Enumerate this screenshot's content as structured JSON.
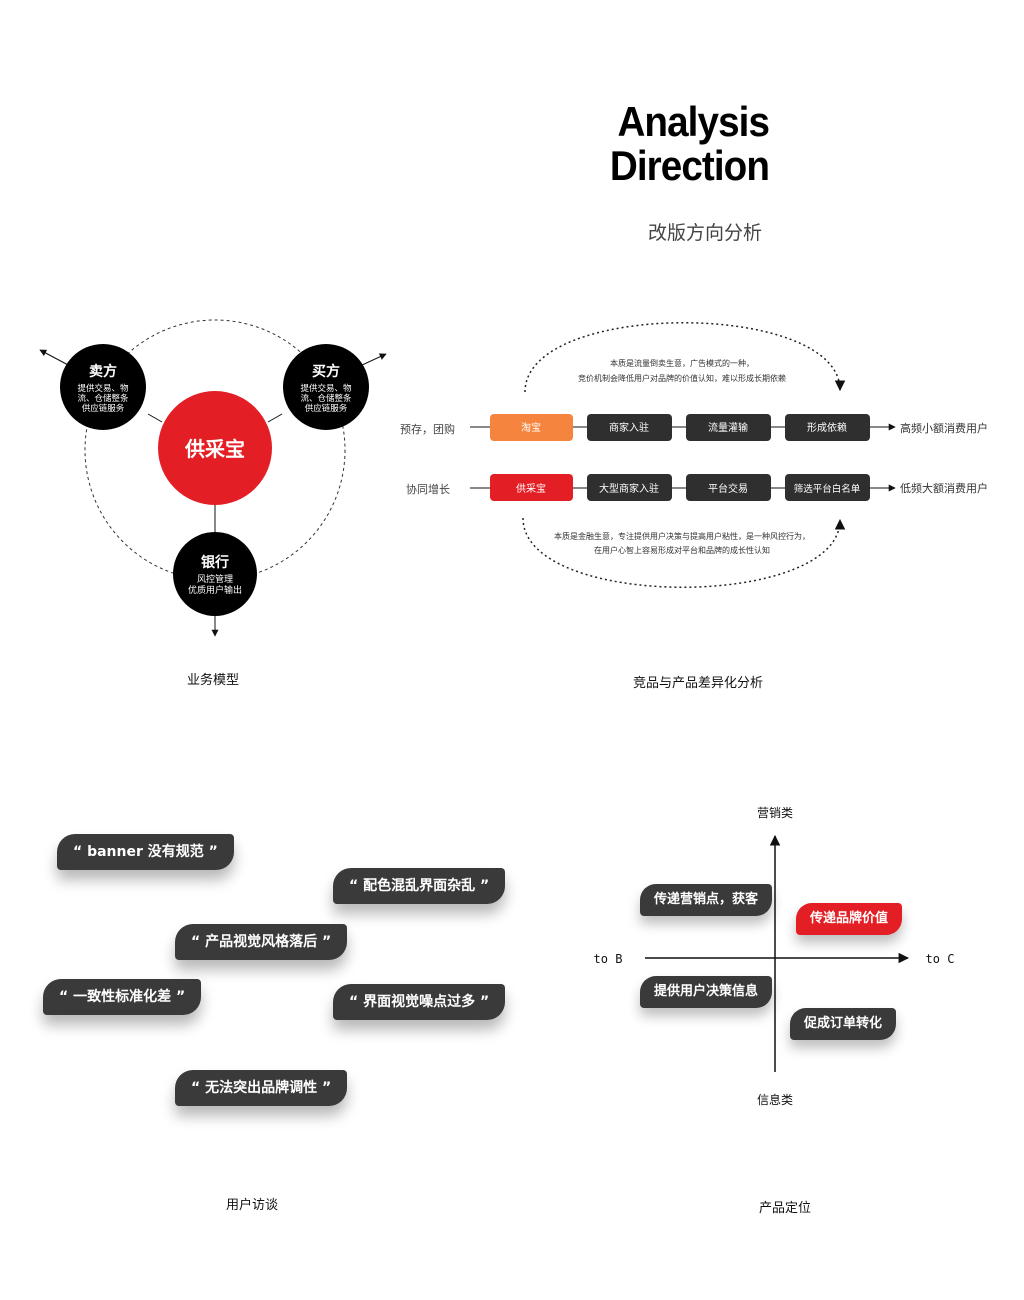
{
  "header": {
    "title_line1": "Analysis",
    "title_line2": "Direction",
    "subtitle": "改版方向分析"
  },
  "business_model": {
    "center": "供采宝",
    "seller": {
      "title": "卖方",
      "lines": [
        "提供交易、物",
        "流、仓储整条",
        "供应链服务"
      ]
    },
    "buyer": {
      "title": "买方",
      "lines": [
        "提供交易、物",
        "流、仓储整条",
        "供应链服务"
      ]
    },
    "bank": {
      "title": "银行",
      "lines": [
        "风控管理",
        "优质用户输出"
      ]
    },
    "caption": "业务模型",
    "colors": {
      "center": "#e31e24",
      "node": "#000000"
    }
  },
  "competitor": {
    "top_note": [
      "本质是流量倒卖生意，广告模式的一种，",
      "竞价机制会降低用户对品牌的价值认知，难以形成长期依赖"
    ],
    "row1": {
      "label": "预存，团购",
      "steps": [
        "淘宝",
        "商家入驻",
        "流量灌输",
        "形成依赖"
      ],
      "result": "高频小额消费用户"
    },
    "row2": {
      "label": "协同增长",
      "steps": [
        "供采宝",
        "大型商家入驻",
        "平台交易",
        "筛选平台白名单"
      ],
      "result": "低频大额消费用户"
    },
    "bottom_note": [
      "本质是金融生意，专注提供用户决策与提高用户粘性，是一种风控行为，",
      "在用户心智上容易形成对平台和品牌的成长性认知"
    ],
    "caption": "竞品与产品差异化分析",
    "colors": {
      "taobao": "#f5843e",
      "gcb": "#e31e24",
      "step": "#2f2f2f"
    }
  },
  "interviews": {
    "quotes": [
      "“ banner 没有规范 ”",
      "“ 配色混乱界面杂乱 ”",
      "“ 产品视觉风格落后 ”",
      "“ 一致性标准化差 ”",
      "“ 界面视觉噪点过多 ”",
      "“ 无法突出品牌调性 ”"
    ],
    "caption": "用户访谈"
  },
  "positioning": {
    "axis_top": "营销类",
    "axis_bottom": "信息类",
    "axis_left": "to B",
    "axis_right": "to C",
    "items": [
      "传递营销点，获客",
      "传递品牌价值",
      "提供用户决策信息",
      "促成订单转化"
    ],
    "caption": "产品定位",
    "colors": {
      "highlight": "#e31e24",
      "normal": "#3a3a3a"
    }
  }
}
